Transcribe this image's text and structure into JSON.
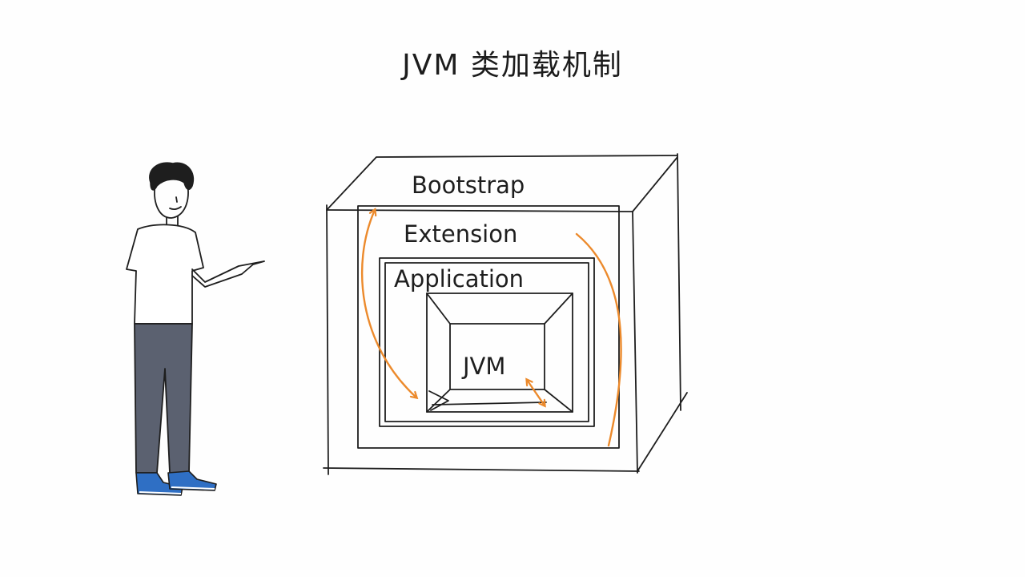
{
  "title": "JVM 类加载机制",
  "layers": {
    "bootstrap": "Bootstrap",
    "extension": "Extension",
    "application": "Application",
    "core": "JVM"
  },
  "colors": {
    "accent": "#ec8a2c",
    "ink": "#1e1e1e",
    "pants": "#5b6170",
    "shoes": "#2f6fc4"
  },
  "icons": {
    "figure": "person-pointing-icon"
  }
}
